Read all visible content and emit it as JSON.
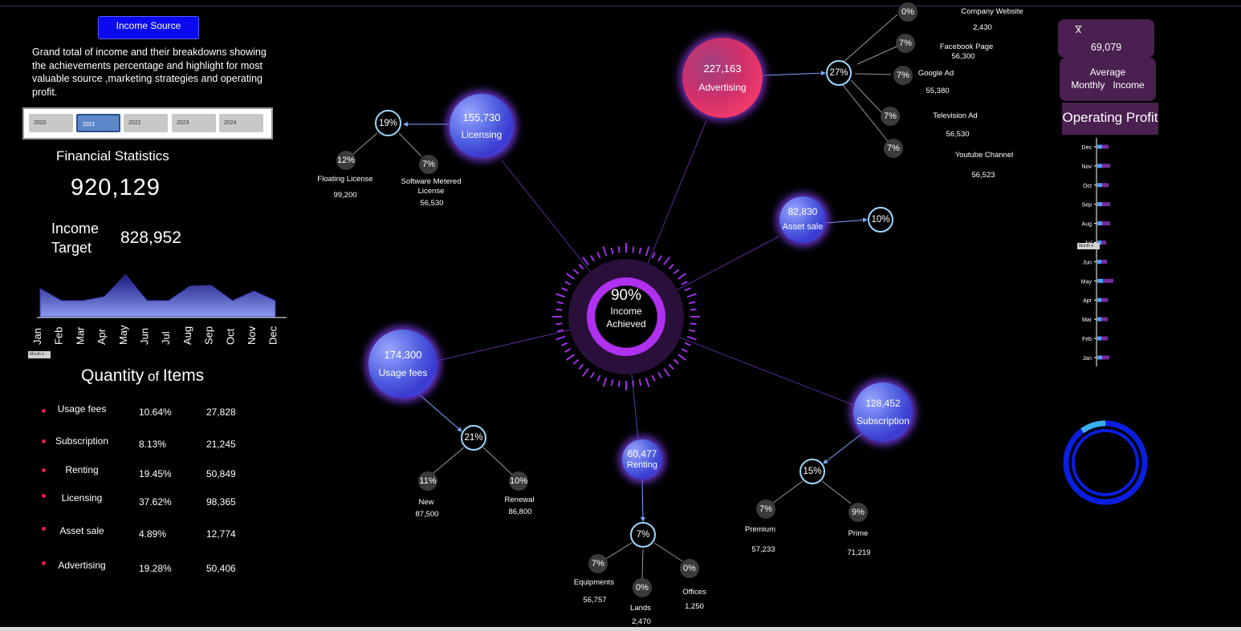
{
  "header": {
    "income_source_button": "Income Source"
  },
  "description": "Grand total of income and their breakdowns showing the achievements percentage and highlight for most valuable source ,marketing strategies and operating profit.",
  "year_slicer": {
    "years": [
      "2020",
      "2021",
      "2022",
      "2023",
      "2024"
    ],
    "selected": "2021"
  },
  "financial": {
    "title": "Financial Statistics",
    "total": "920,129",
    "income_target_label_1": "Income",
    "income_target_label_2": "Target",
    "income_target_value": "828,952",
    "month_filter": "Month"
  },
  "quantity": {
    "title_big": "Quantity",
    "title_small": " of ",
    "title_end": "Items",
    "rows": [
      {
        "name": "Usage fees",
        "pct": "10.64%",
        "val": "27,828"
      },
      {
        "name": "Subscription",
        "pct": "8.13%",
        "val": "21,245"
      },
      {
        "name": "Renting",
        "pct": "19.45%",
        "val": "50,849"
      },
      {
        "name": "Licensing",
        "pct": "37.62%",
        "val": "98,365"
      },
      {
        "name": "Asset sale",
        "pct": "4.89%",
        "val": "12,774"
      },
      {
        "name": "Advertising",
        "pct": "19.28%",
        "val": "50,406"
      }
    ]
  },
  "center": {
    "pct": "90%",
    "line1": "Income",
    "line2": "Achieved"
  },
  "sources": {
    "advertising": {
      "value": "227,163",
      "label": "Advertising",
      "share": "27%"
    },
    "licensing": {
      "value": "155,730",
      "label": "Licensing",
      "share": "19%"
    },
    "asset_sale": {
      "value": "82,830",
      "label": "Asset sale",
      "share": "10%"
    },
    "usage_fees": {
      "value": "174,300",
      "label": "Usage fees",
      "share": "21%"
    },
    "renting": {
      "value": "60,477",
      "label": "Renting",
      "share": "7%"
    },
    "subscription": {
      "value": "128,452",
      "label": "Subscription",
      "share": "15%"
    }
  },
  "breakdowns": {
    "advertising": [
      {
        "pct": "0%",
        "name": "Company Website",
        "val": "2,430"
      },
      {
        "pct": "7%",
        "name": "Facebook Page",
        "val": "56,300"
      },
      {
        "pct": "7%",
        "name": "Google Ad",
        "val": "55,380"
      },
      {
        "pct": "7%",
        "name": "Television Ad",
        "val": "56,530"
      },
      {
        "pct": "7%",
        "name": "Youtube Channel",
        "val": "56,523"
      }
    ],
    "licensing": [
      {
        "pct": "12%",
        "name": "Floating License",
        "val": "99,200"
      },
      {
        "pct": "7%",
        "name": "Software Metered",
        "name2": "License",
        "val": "56,530"
      }
    ],
    "usage_fees": [
      {
        "pct": "11%",
        "name": "New",
        "val": "87,500"
      },
      {
        "pct": "10%",
        "name": "Renewal",
        "val": "86,800"
      }
    ],
    "renting": [
      {
        "pct": "7%",
        "name": "Equipments",
        "val": "56,757"
      },
      {
        "pct": "0%",
        "name": "Lands",
        "val": "2,470"
      },
      {
        "pct": "0%",
        "name": "Offices",
        "val": "1,250"
      }
    ],
    "subscription": [
      {
        "pct": "7%",
        "name": "Premium",
        "val": "57,233"
      },
      {
        "pct": "9%",
        "name": "Prime",
        "val": "71,219"
      }
    ]
  },
  "average": {
    "symbol": "x̅",
    "value": "69,079",
    "label1": "Average",
    "label2": "Monthly   Income"
  },
  "operating_profit": {
    "title": "Operating Profit",
    "month_filter": "Month"
  },
  "donut": {
    "fraction": 0.1,
    "color_main": "#0a1ee0",
    "color_accent": "#3ab0f0"
  },
  "colors": {
    "accent_blue": "#0a0af0",
    "card_purple": "#4a2050",
    "dot_red": "#e0204a"
  },
  "chart_data": [
    {
      "type": "area",
      "categories": [
        "Jan",
        "Feb",
        "Mar",
        "Apr",
        "May",
        "Jun",
        "Jul",
        "Aug",
        "Sep",
        "Oct",
        "Nov",
        "Dec"
      ],
      "values": [
        35,
        20,
        20,
        25,
        52,
        20,
        20,
        38,
        39,
        20,
        32,
        20
      ],
      "title": "",
      "xlabel": "",
      "ylabel": "",
      "ylim": [
        0,
        60
      ]
    },
    {
      "type": "bar",
      "orientation": "horizontal",
      "categories": [
        "Dec",
        "Nov",
        "Oct",
        "Sep",
        "Aug",
        "Jul",
        "Jun",
        "May",
        "Apr",
        "Mar",
        "Feb",
        "Jan"
      ],
      "series": [
        {
          "values": [
            6,
            6,
            6,
            6,
            6,
            5,
            5,
            7,
            5,
            5,
            5,
            6
          ]
        },
        {
          "values": [
            8,
            10,
            8,
            10,
            10,
            6,
            7,
            13,
            8,
            8,
            8,
            9
          ]
        }
      ],
      "title": ""
    }
  ]
}
